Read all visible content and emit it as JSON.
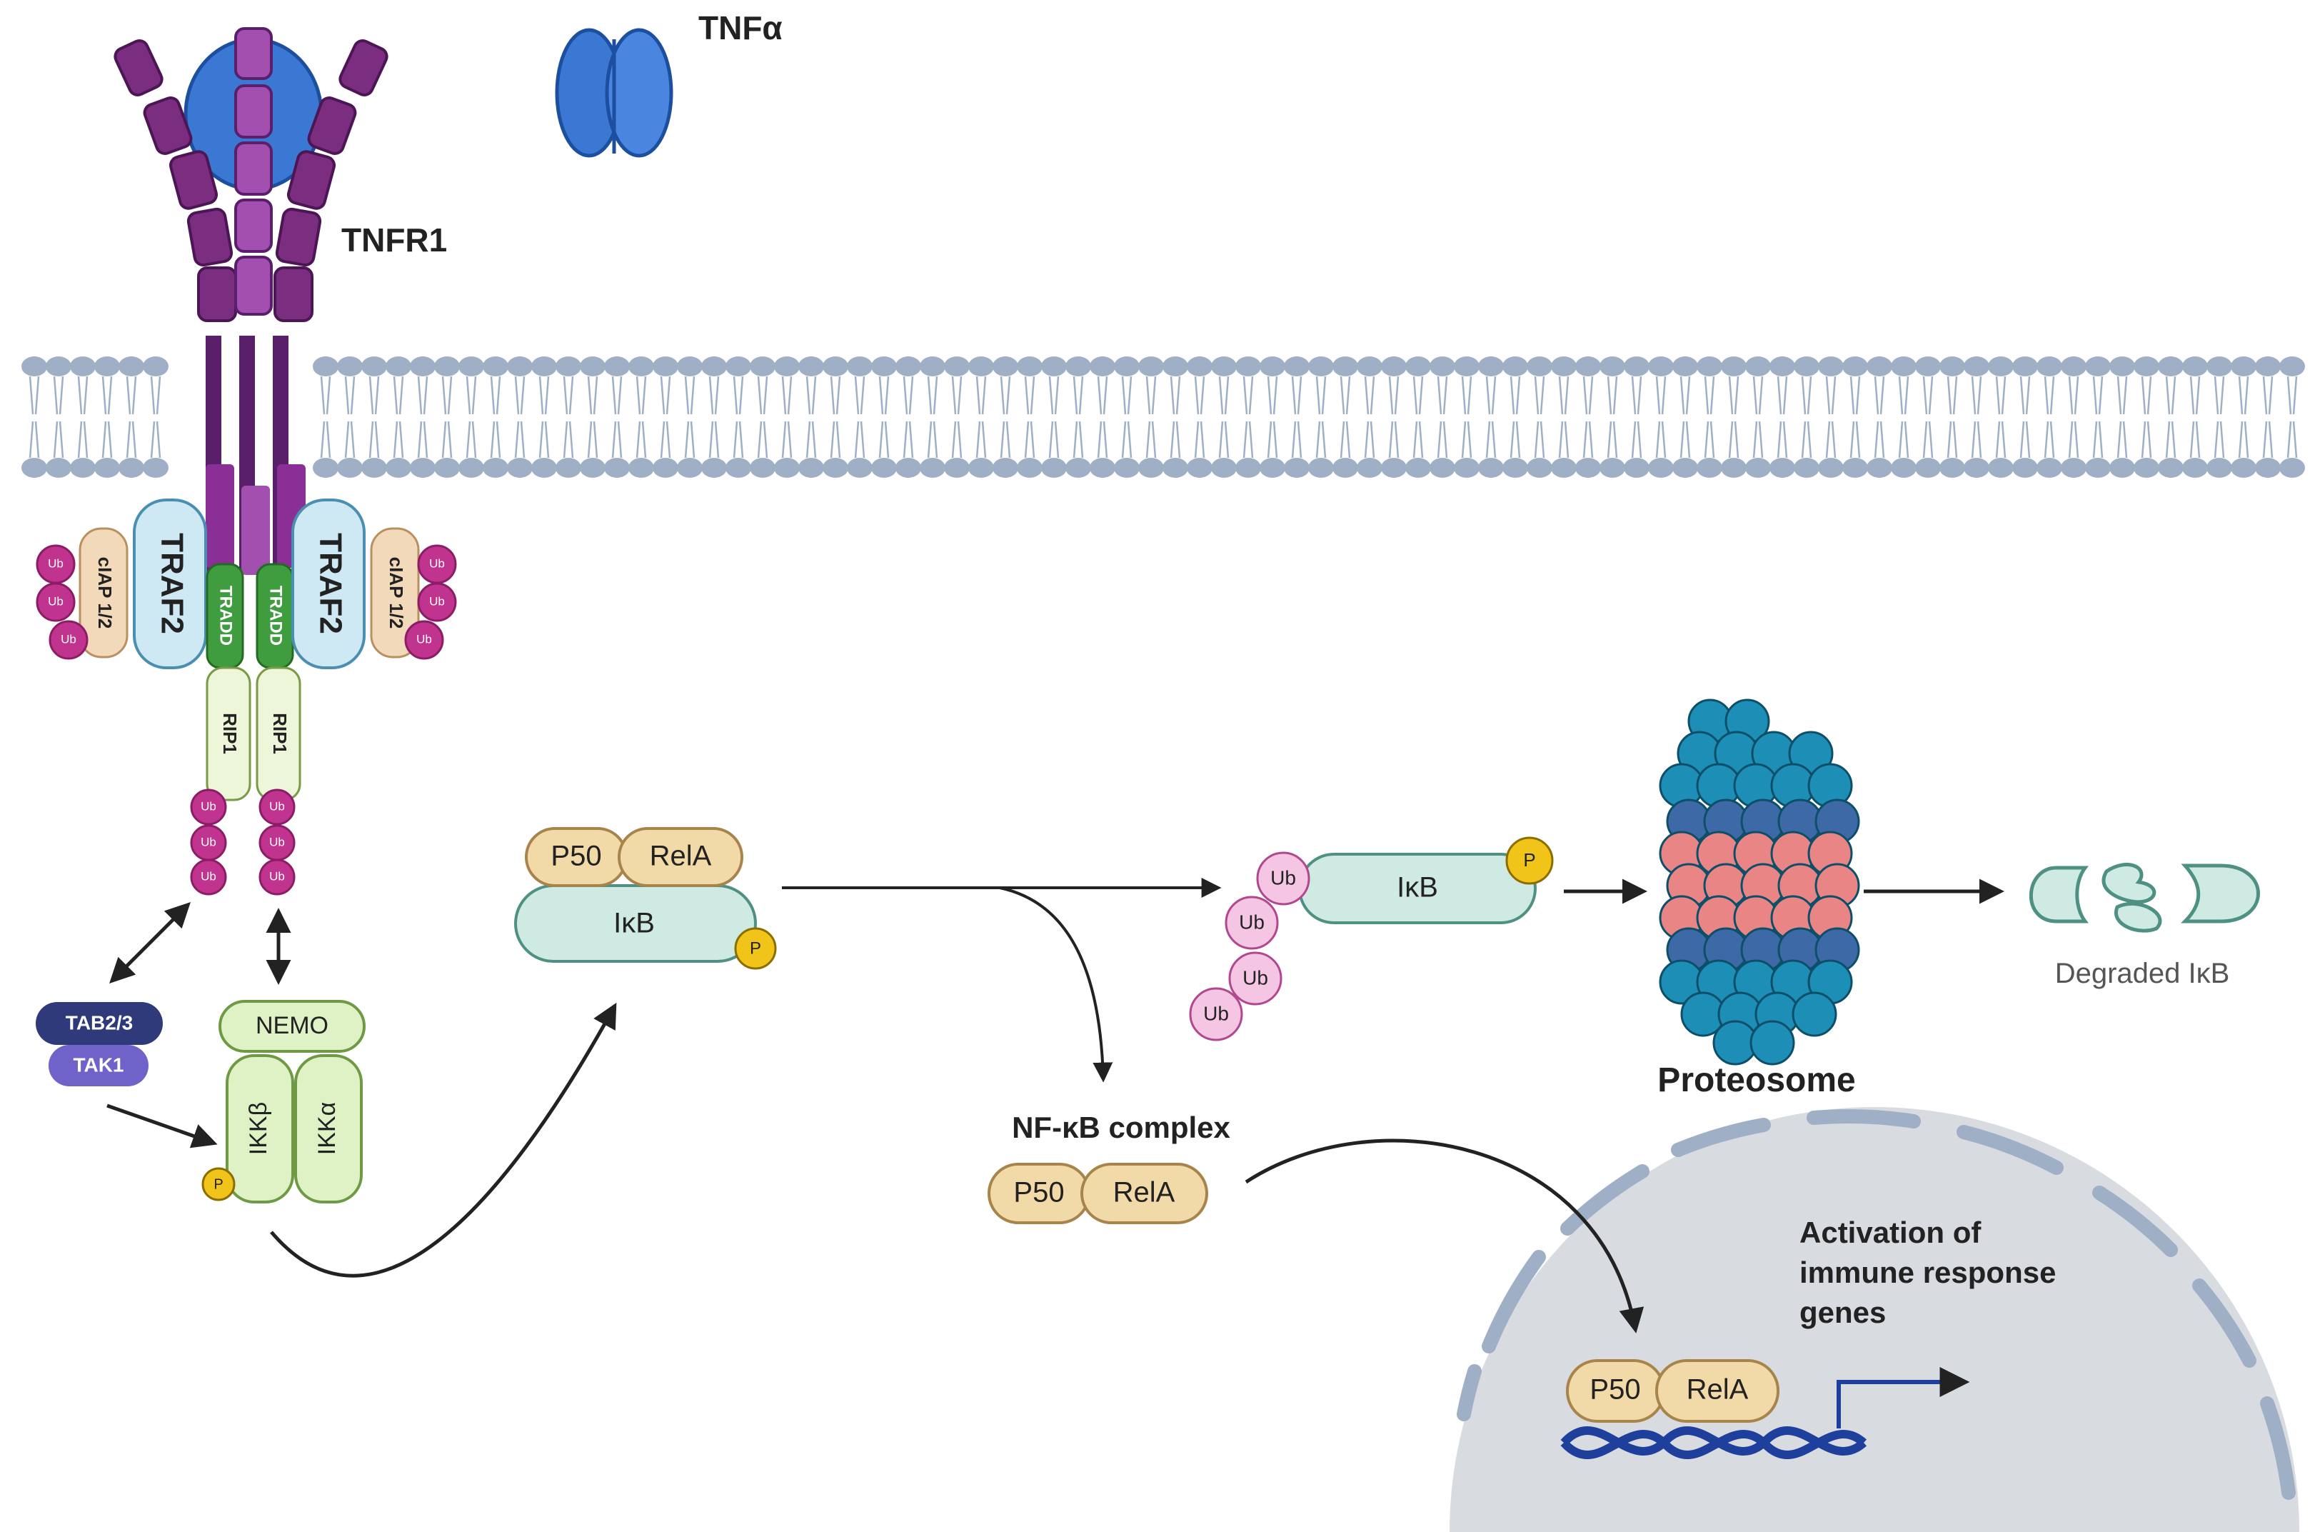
{
  "labels": {
    "tnfa": "TNFα",
    "tnfr1": "TNFR1",
    "traf2": "TRAF2",
    "ciap": "cIAP 1/2",
    "tradd": "TRADD",
    "rip1": "RIP1",
    "ub": "Ub",
    "p": "P",
    "tab23": "TAB2/3",
    "tak1": "TAK1",
    "nemo": "NEMO",
    "ikkb": "IKKβ",
    "ikka": "IKKα",
    "p50": "P50",
    "rela": "RelA",
    "ikb": "IκB",
    "nfkb_complex": "NF-κB complex",
    "proteosome": "Proteosome",
    "degraded_ikb": "Degraded IκB",
    "activation_line1": "Activation of",
    "activation_line2": "immune response",
    "activation_line3": "genes"
  },
  "colors": {
    "receptor_purple": "#7b2d80",
    "receptor_light": "#a24fb0",
    "tnf_blue": "#3b78d4",
    "traf_fill": "#cfe9f4",
    "ciap_fill": "#f2d9b9",
    "tradd_green": "#3f9d3f",
    "rip_fill": "#eef6d9",
    "ub_magenta": "#c0338f",
    "ub_pink": "#f4c6e4",
    "p_yellow": "#f0c419",
    "tab_navy": "#2e3a7a",
    "tak_purple": "#6f63c9",
    "nemo_fill": "#def2c6",
    "p50_fill": "#f2d9a8",
    "ikb_fill": "#cfeae3",
    "proteo_teal": "#1d8fb6",
    "proteo_blue": "#3d6aa6",
    "proteo_pink": "#e98585",
    "membrane_grey": "#9fb0c6",
    "nucleus_grey": "#d8dbe0",
    "dna_blue": "#1f3f9c"
  }
}
